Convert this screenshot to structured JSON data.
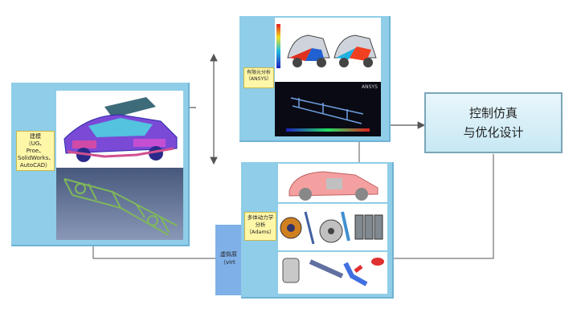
{
  "modeling": {
    "label": "建模\n（UG、Proe、\nSolidWorks、\nAutoCAD）"
  },
  "fea": {
    "label": "有限元分析\n（ANSYS）"
  },
  "multibody": {
    "label": "多体动力学\n分析\n（Adams）"
  },
  "virtual": {
    "label": "虚拟原\n（virt"
  },
  "result": {
    "line1": "控制仿真",
    "line2": "与优化设计"
  },
  "icons": [
    "car-frame-model",
    "fea-stress-car",
    "fea-chassis",
    "cutaway-car",
    "brake-disc",
    "crankshaft",
    "piston"
  ],
  "colors": {
    "panel": "#8fcde8",
    "label": "#fff7a8",
    "result_border": "#7aa6b8",
    "arrow": "#555555"
  }
}
